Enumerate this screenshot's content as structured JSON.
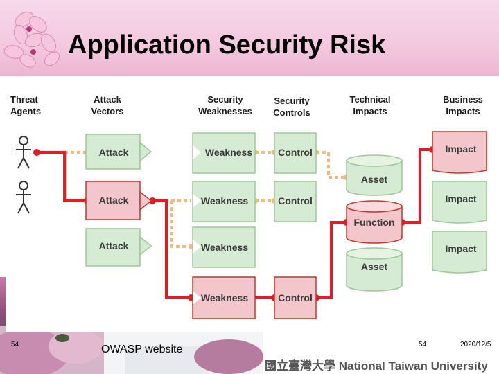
{
  "slide": {
    "title": "Application Security Risk",
    "footer_page_left": "54",
    "footer_source": "OWASP website",
    "footer_page_right": "54",
    "footer_date": "2020/12/5",
    "university_logo_text": "國立臺灣大學 National Taiwan University"
  },
  "diagram": {
    "columns": [
      {
        "line1": "Threat",
        "line2": "Agents"
      },
      {
        "line1": "Attack",
        "line2": "Vectors"
      },
      {
        "line1": "Security",
        "line2": "Weaknesses"
      },
      {
        "line1": "Security",
        "line2": "Controls"
      },
      {
        "line1": "Technical",
        "line2": "Impacts"
      },
      {
        "line1": "Business",
        "line2": "Impacts"
      }
    ],
    "attacks": [
      "Attack",
      "Attack",
      "Attack"
    ],
    "weaknesses": [
      "Weakness",
      "Weakness",
      "Weakness",
      "Weakness"
    ],
    "controls": [
      "Control",
      "Control",
      "Control"
    ],
    "technical": [
      "Asset",
      "Function",
      "Asset"
    ],
    "business": [
      "Impact",
      "Impact",
      "Impact"
    ],
    "colors": {
      "green_fill": "#d6ebd3",
      "green_stroke": "#9cc896",
      "red_fill": "#f3c6cc",
      "red_stroke": "#c0392b",
      "red_path": "#e31b23",
      "dotted_path": "#f2b880"
    }
  }
}
